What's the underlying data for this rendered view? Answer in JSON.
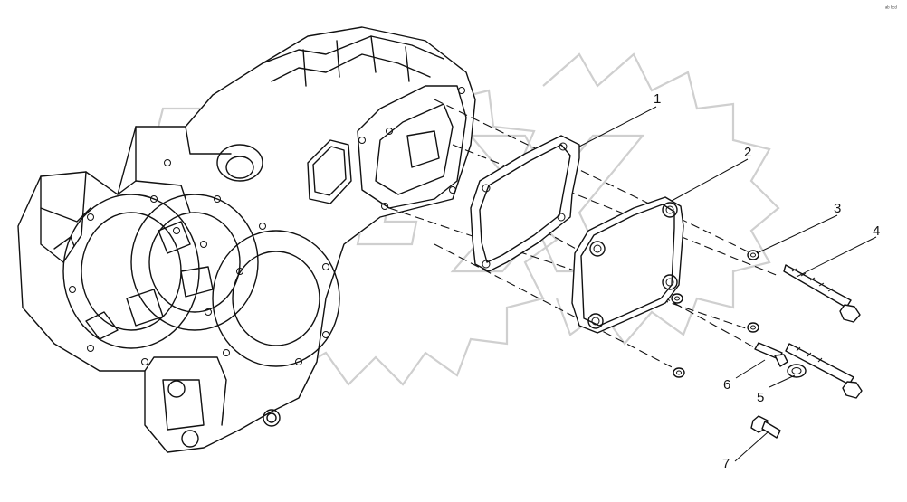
{
  "diagram": {
    "corner_code": "ᵃᵇ ᵇᶜᵈ",
    "callouts": [
      {
        "id": "1",
        "label": "1"
      },
      {
        "id": "2",
        "label": "2"
      },
      {
        "id": "3",
        "label": "3"
      },
      {
        "id": "4",
        "label": "4"
      },
      {
        "id": "5",
        "label": "5"
      },
      {
        "id": "6",
        "label": "6"
      },
      {
        "id": "7",
        "label": "7"
      }
    ]
  }
}
